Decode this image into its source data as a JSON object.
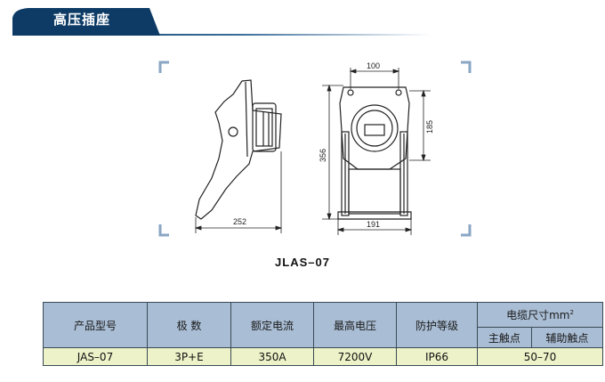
{
  "header": {
    "title": "高压插座"
  },
  "drawing": {
    "dimensions": {
      "width_bottom_left": "252",
      "top_width": "100",
      "height_total": "356",
      "height_upper": "185",
      "width_bottom_right": "191"
    }
  },
  "caption": {
    "model": "JLAS–07"
  },
  "table": {
    "headers": {
      "product_model": "产品型号",
      "poles": "极 数",
      "rated_current": "额定电流",
      "max_voltage": "最高电压",
      "protection": "防护等级",
      "cable_size": "电缆尺寸mm",
      "cable_size_sup": "2",
      "main_contact": "主触点",
      "aux_contact": "辅助触点"
    },
    "rows": [
      {
        "model": "JAS–07",
        "poles": "3P+E",
        "current": "350A",
        "voltage": "7200V",
        "ip": "IP66",
        "cable": "50–70"
      }
    ]
  },
  "colors": {
    "header_dark": "#0d3b66",
    "table_header_bg": "#a9bdd4",
    "table_row_bg": "#eef2c8"
  }
}
